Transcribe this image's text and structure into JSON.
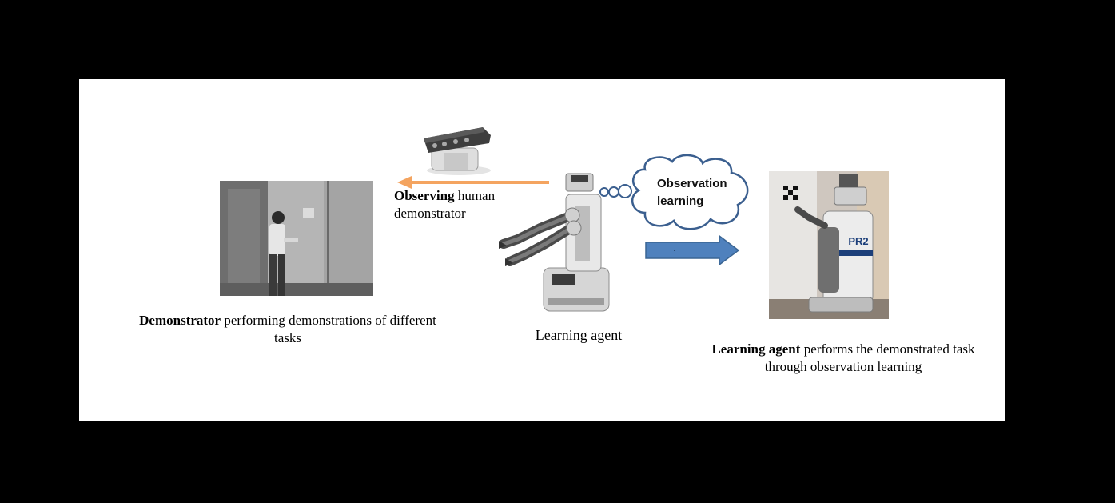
{
  "observing_label": {
    "bold": "Observing",
    "rest_line1": " human",
    "line2": "demonstrator"
  },
  "demonstrator_caption": {
    "bold": "Demonstrator",
    "rest_line1": " performing demonstrations of different",
    "line2": "tasks"
  },
  "agent_label": "Learning agent",
  "thought_bubble": {
    "line1": "Observation",
    "line2": "learning"
  },
  "result_caption": {
    "bold": "Learning agent",
    "rest_line1": " performs the demonstrated task",
    "line2": "through observation learning"
  },
  "pr2_badge": "PR2",
  "colors": {
    "background": "#000000",
    "panel": "#ffffff",
    "observe_arrow": "#f4a460",
    "learn_arrow": "#4f81bd",
    "learn_arrow_stroke": "#3a6593",
    "bubble_stroke": "#3b5f8f"
  },
  "icons": [
    "camera-sensor-icon",
    "pr2-robot-icon",
    "thought-bubble-icon"
  ]
}
